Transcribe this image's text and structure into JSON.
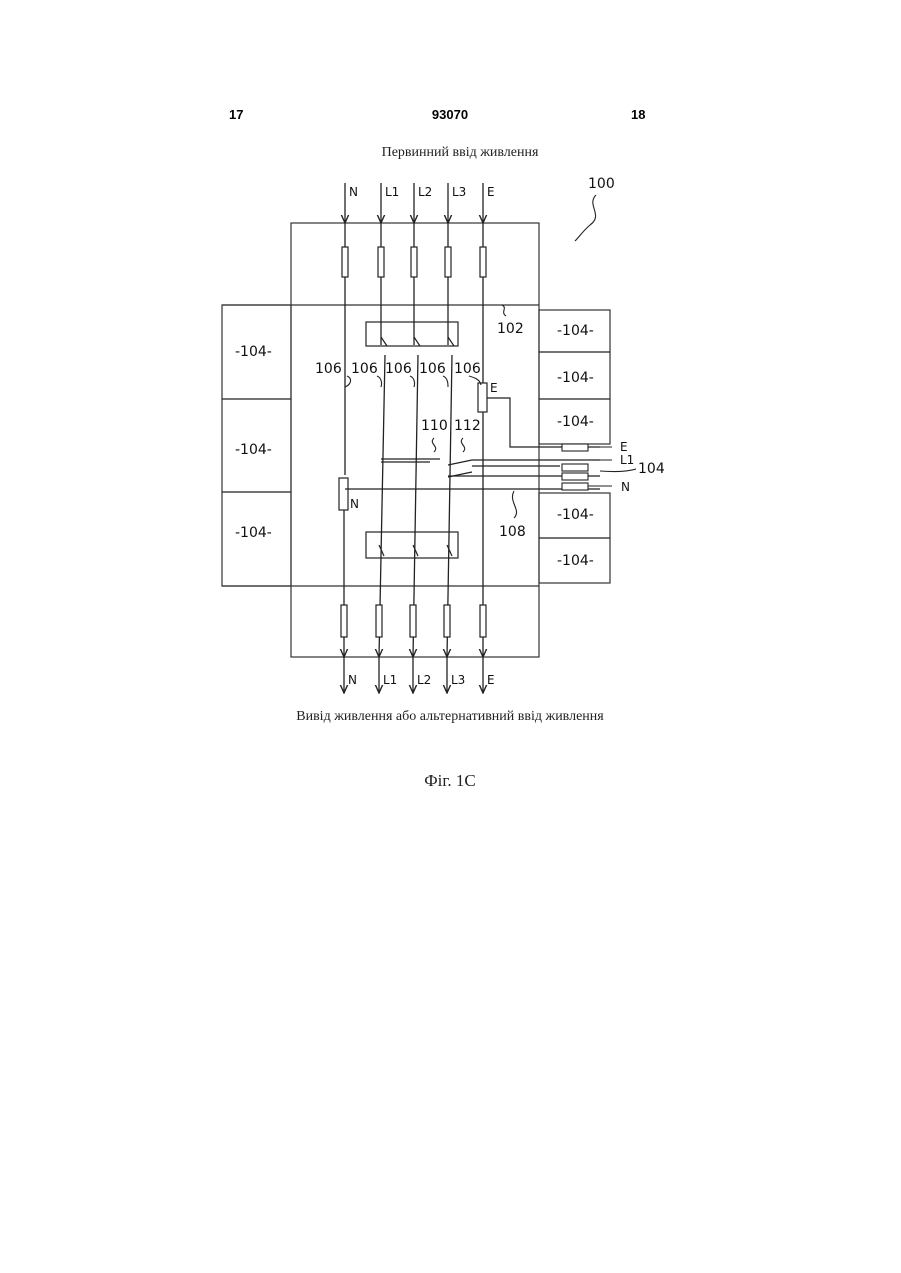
{
  "header": {
    "left_page": "17",
    "patent_number": "93070",
    "right_page": "18"
  },
  "caption_top": "Первинний ввід живлення",
  "caption_bottom": "Вивід живлення або альтернативний ввід живлення",
  "figure_label": "Фіг. 1С",
  "diagram": {
    "ref_main": "100",
    "ref_busbar": "102",
    "ref_module": "-104-",
    "ref_module_plain": "104",
    "ref_line": "106",
    "ref_link": "108",
    "ref_switch_a": "110",
    "ref_switch_b": "112",
    "conductor_labels": [
      "N",
      "L1",
      "L2",
      "L3",
      "E"
    ],
    "socket_labels": {
      "earth": "E",
      "line": "L1",
      "neutral": "N"
    },
    "terminal_earth": "E",
    "terminal_neutral": "N"
  }
}
